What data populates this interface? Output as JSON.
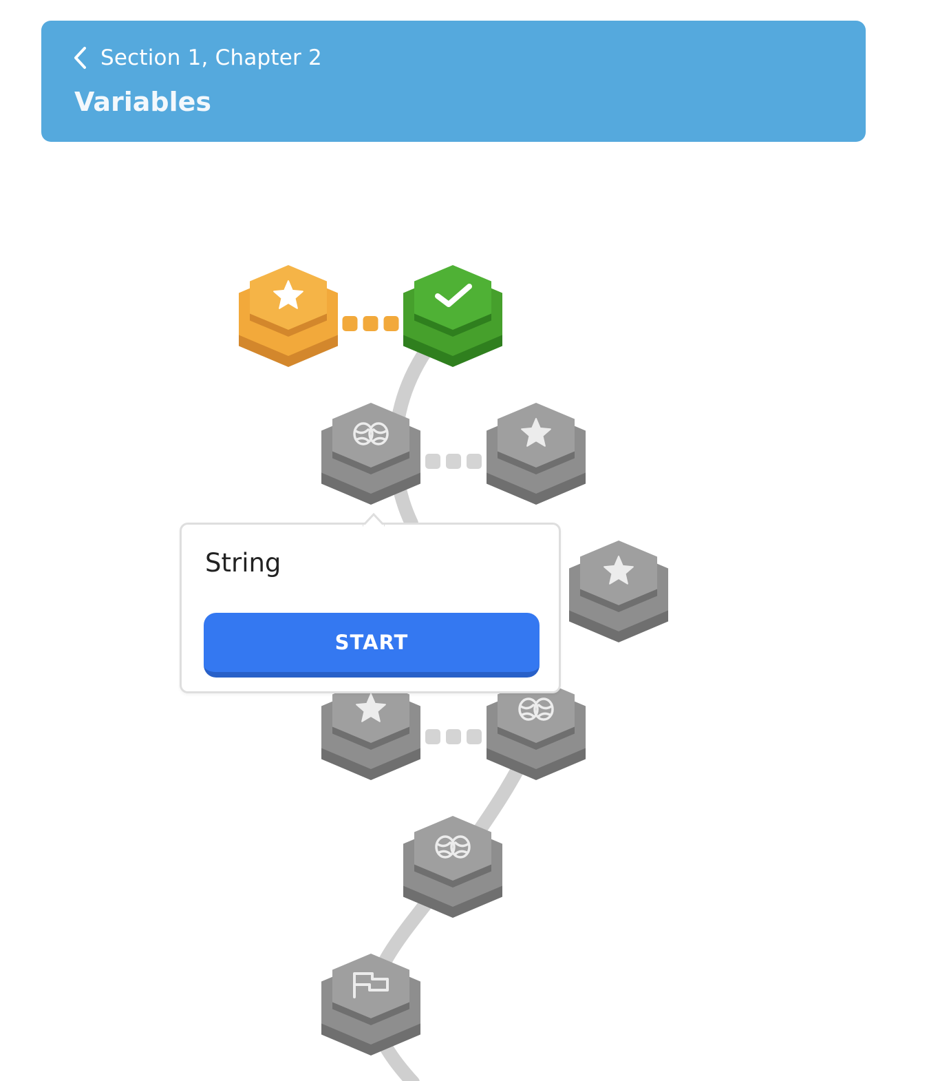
{
  "header": {
    "breadcrumb": "Section 1, Chapter 2",
    "title": "Variables",
    "back_icon": "chevron-left-icon",
    "background": "#55a9dd"
  },
  "tooltip": {
    "lesson_title": "String",
    "start_label": "START",
    "button_color": "#3478f1"
  },
  "colors": {
    "completed_gold": "#f2a93b",
    "completed_green": "#4fad32",
    "locked": "#9b9b9b",
    "path": "#cfcfcf"
  },
  "levels": [
    {
      "name": "level-1-1",
      "state": "gold",
      "icon": "star-icon"
    },
    {
      "name": "level-1-2",
      "state": "complete",
      "icon": "check-icon"
    },
    {
      "name": "level-2-1",
      "state": "locked",
      "icon": "brain-icon"
    },
    {
      "name": "level-2-2",
      "state": "locked",
      "icon": "star-icon"
    },
    {
      "name": "level-3-1",
      "state": "locked",
      "icon": "star-icon"
    },
    {
      "name": "level-4-1",
      "state": "locked",
      "icon": "star-icon"
    },
    {
      "name": "level-4-2",
      "state": "locked",
      "icon": "brain-icon"
    },
    {
      "name": "level-5-1",
      "state": "locked",
      "icon": "brain-icon"
    },
    {
      "name": "level-6-1",
      "state": "locked",
      "icon": "flag-icon"
    }
  ]
}
